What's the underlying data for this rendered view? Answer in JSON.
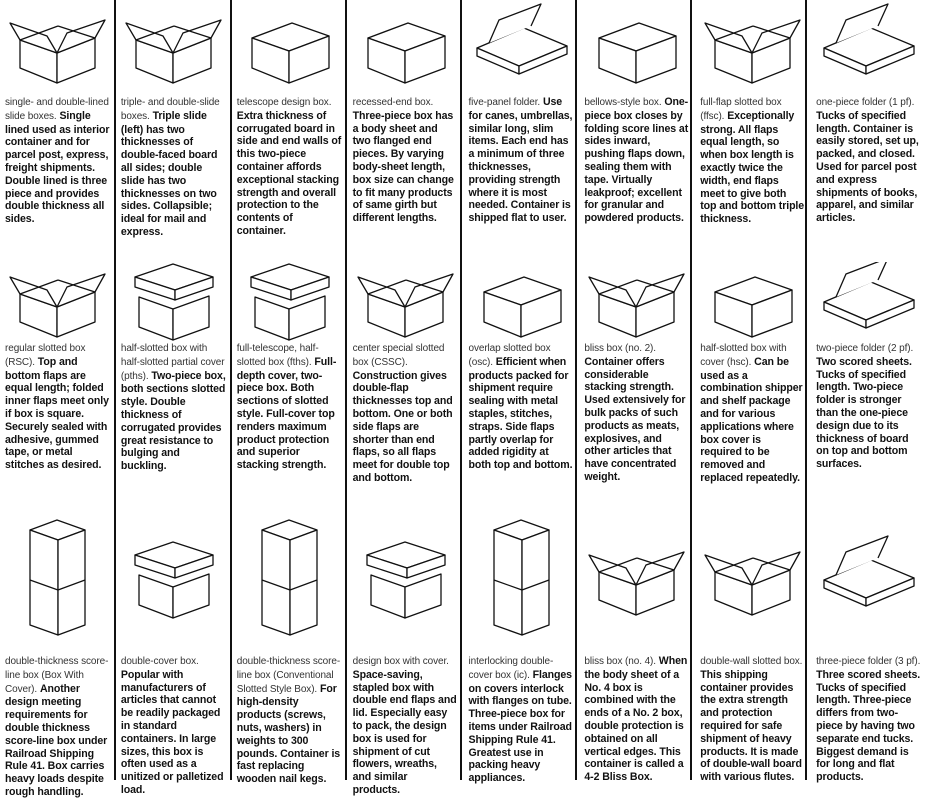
{
  "rows": [
    [
      {
        "caption": "single- and double-lined slide boxes.",
        "description": "Single lined used as interior container and for parcel post, express, freight shipments. Double lined is three piece and provides double thickness all sides.",
        "art": "open"
      },
      {
        "caption": "triple- and double-slide boxes.",
        "description": "Triple slide (left) has two thicknesses of double-faced board all sides; double slide has two thicknesses on two sides. Collapsible; ideal for mail and express.",
        "art": "open"
      },
      {
        "caption": "telescope design box.",
        "description": "Extra thickness of corrugated board in side and end walls of this two-piece container affords exceptional stacking strength and overall protection to the contents of container.",
        "art": "closed"
      },
      {
        "caption": "recessed-end box.",
        "description": "Three-piece box has a body sheet and two flanged end pieces. By varying body-sheet length, box size can change to fit many products of same girth but different lengths.",
        "art": "closed"
      },
      {
        "caption": "five-panel folder.",
        "description": "Use for canes, umbrellas, similar long, slim items. Each end has a minimum of three thicknesses, providing strength where it is most needed. Container is shipped flat to user.",
        "art": "folder"
      },
      {
        "caption": "bellows-style box.",
        "description": "One-piece box closes by folding score lines at sides inward, pushing flaps down, sealing them with tape. Virtually leakproof; excellent for granular and powdered products.",
        "art": "closed"
      },
      {
        "caption": "full-flap slotted box (ffsc).",
        "description": "Exceptionally strong. All flaps equal length, so when box length is exactly twice the width, end flaps meet to give both top and bottom triple thickness.",
        "art": "open"
      },
      {
        "caption": "one-piece folder (1 pf).",
        "description": "Tucks of specified length. Container is easily stored, set up, packed, and closed. Used for parcel post and express shipments of books, apparel, and similar articles.",
        "art": "folder"
      }
    ],
    [
      {
        "caption": "regular slotted box (RSC).",
        "description": "Top and bottom flaps are equal length; folded inner flaps meet only if box is square. Securely sealed with adhesive, gummed tape, or metal stitches as desired.",
        "art": "open"
      },
      {
        "caption": "half-slotted box with half-slotted partial cover (pths).",
        "description": "Two-piece box, both sections slotted style. Double thickness of corrugated provides great resistance to bulging and buckling.",
        "art": "telescope"
      },
      {
        "caption": "full-telescope, half-slotted box (fths).",
        "description": "Full-depth cover, two-piece box. Both sections of slotted style. Full-cover top renders maximum product protection and superior stacking strength.",
        "art": "telescope"
      },
      {
        "caption": "center special slotted box (CSSC).",
        "description": "Construction gives double-flap thicknesses top and bottom. One or both side flaps are shorter than end flaps, so all flaps meet for double top and bottom.",
        "art": "open"
      },
      {
        "caption": "overlap slotted box (osc).",
        "description": "Efficient when products packed for shipment require sealing with metal staples, stitches, straps. Side flaps partly overlap for added rigidity at both top and bottom.",
        "art": "closed"
      },
      {
        "caption": "bliss box (no. 2).",
        "description": "Container offers considerable stacking strength. Used extensively for bulk packs of such products as meats, explosives, and other articles that have concentrated weight.",
        "art": "open"
      },
      {
        "caption": "half-slotted box with cover (hsc).",
        "description": "Can be used as a combination shipper and shelf package and for various applications where box cover is required to be removed and replaced repeatedly.",
        "art": "closed"
      },
      {
        "caption": "two-piece folder (2 pf).",
        "description": "Two scored sheets. Tucks of specified length. Two-piece folder is stronger than the one-piece design due to its thickness of board on top and bottom surfaces.",
        "art": "folder"
      }
    ],
    [
      {
        "caption": "double-thickness score-line box (Box With Cover).",
        "description": "Another design meeting requirements for double thickness score-line box under Railroad Shipping Rule 41. Box carries heavy loads despite rough handling.",
        "art": "tall"
      },
      {
        "caption": "double-cover box.",
        "description": "Popular with manufacturers of articles that cannot be readily packaged in standard containers. In large sizes, this box is often used as a unitized or palletized load.",
        "art": "telescope"
      },
      {
        "caption": "double-thickness score-line box (Conventional Slotted Style Box).",
        "description": "For high-density products (screws, nuts, washers) in weights to 300 pounds. Container is fast replacing wooden nail kegs.",
        "art": "tall"
      },
      {
        "caption": "design box with cover.",
        "description": "Space-saving, stapled box with double end flaps and lid. Especially easy to pack, the design box is used for shipment of cut flowers, wreaths, and similar products.",
        "art": "telescope"
      },
      {
        "caption": "interlocking double-cover box (ic).",
        "description": "Flanges on covers interlock with flanges on tube. Three-piece box for items under Railroad Shipping Rule 41. Greatest use in packing heavy appliances.",
        "art": "tall"
      },
      {
        "caption": "bliss box (no. 4).",
        "description": "When the body sheet of a No. 4 box is combined with the ends of a No. 2 box, double protection is obtained on all vertical edges. This container is called a 4-2 Bliss Box.",
        "art": "open"
      },
      {
        "caption": "double-wall slotted box.",
        "description": "This shipping container provides the extra strength and protection required for safe shipment of heavy products. It is made of double-wall board with various flutes.",
        "art": "open"
      },
      {
        "caption": "three-piece folder (3 pf).",
        "description": "Three scored sheets. Tucks of specified length. Three-piece differs from two-piece by having two separate end tucks. Biggest demand is for long and flat products.",
        "art": "folder"
      }
    ]
  ]
}
